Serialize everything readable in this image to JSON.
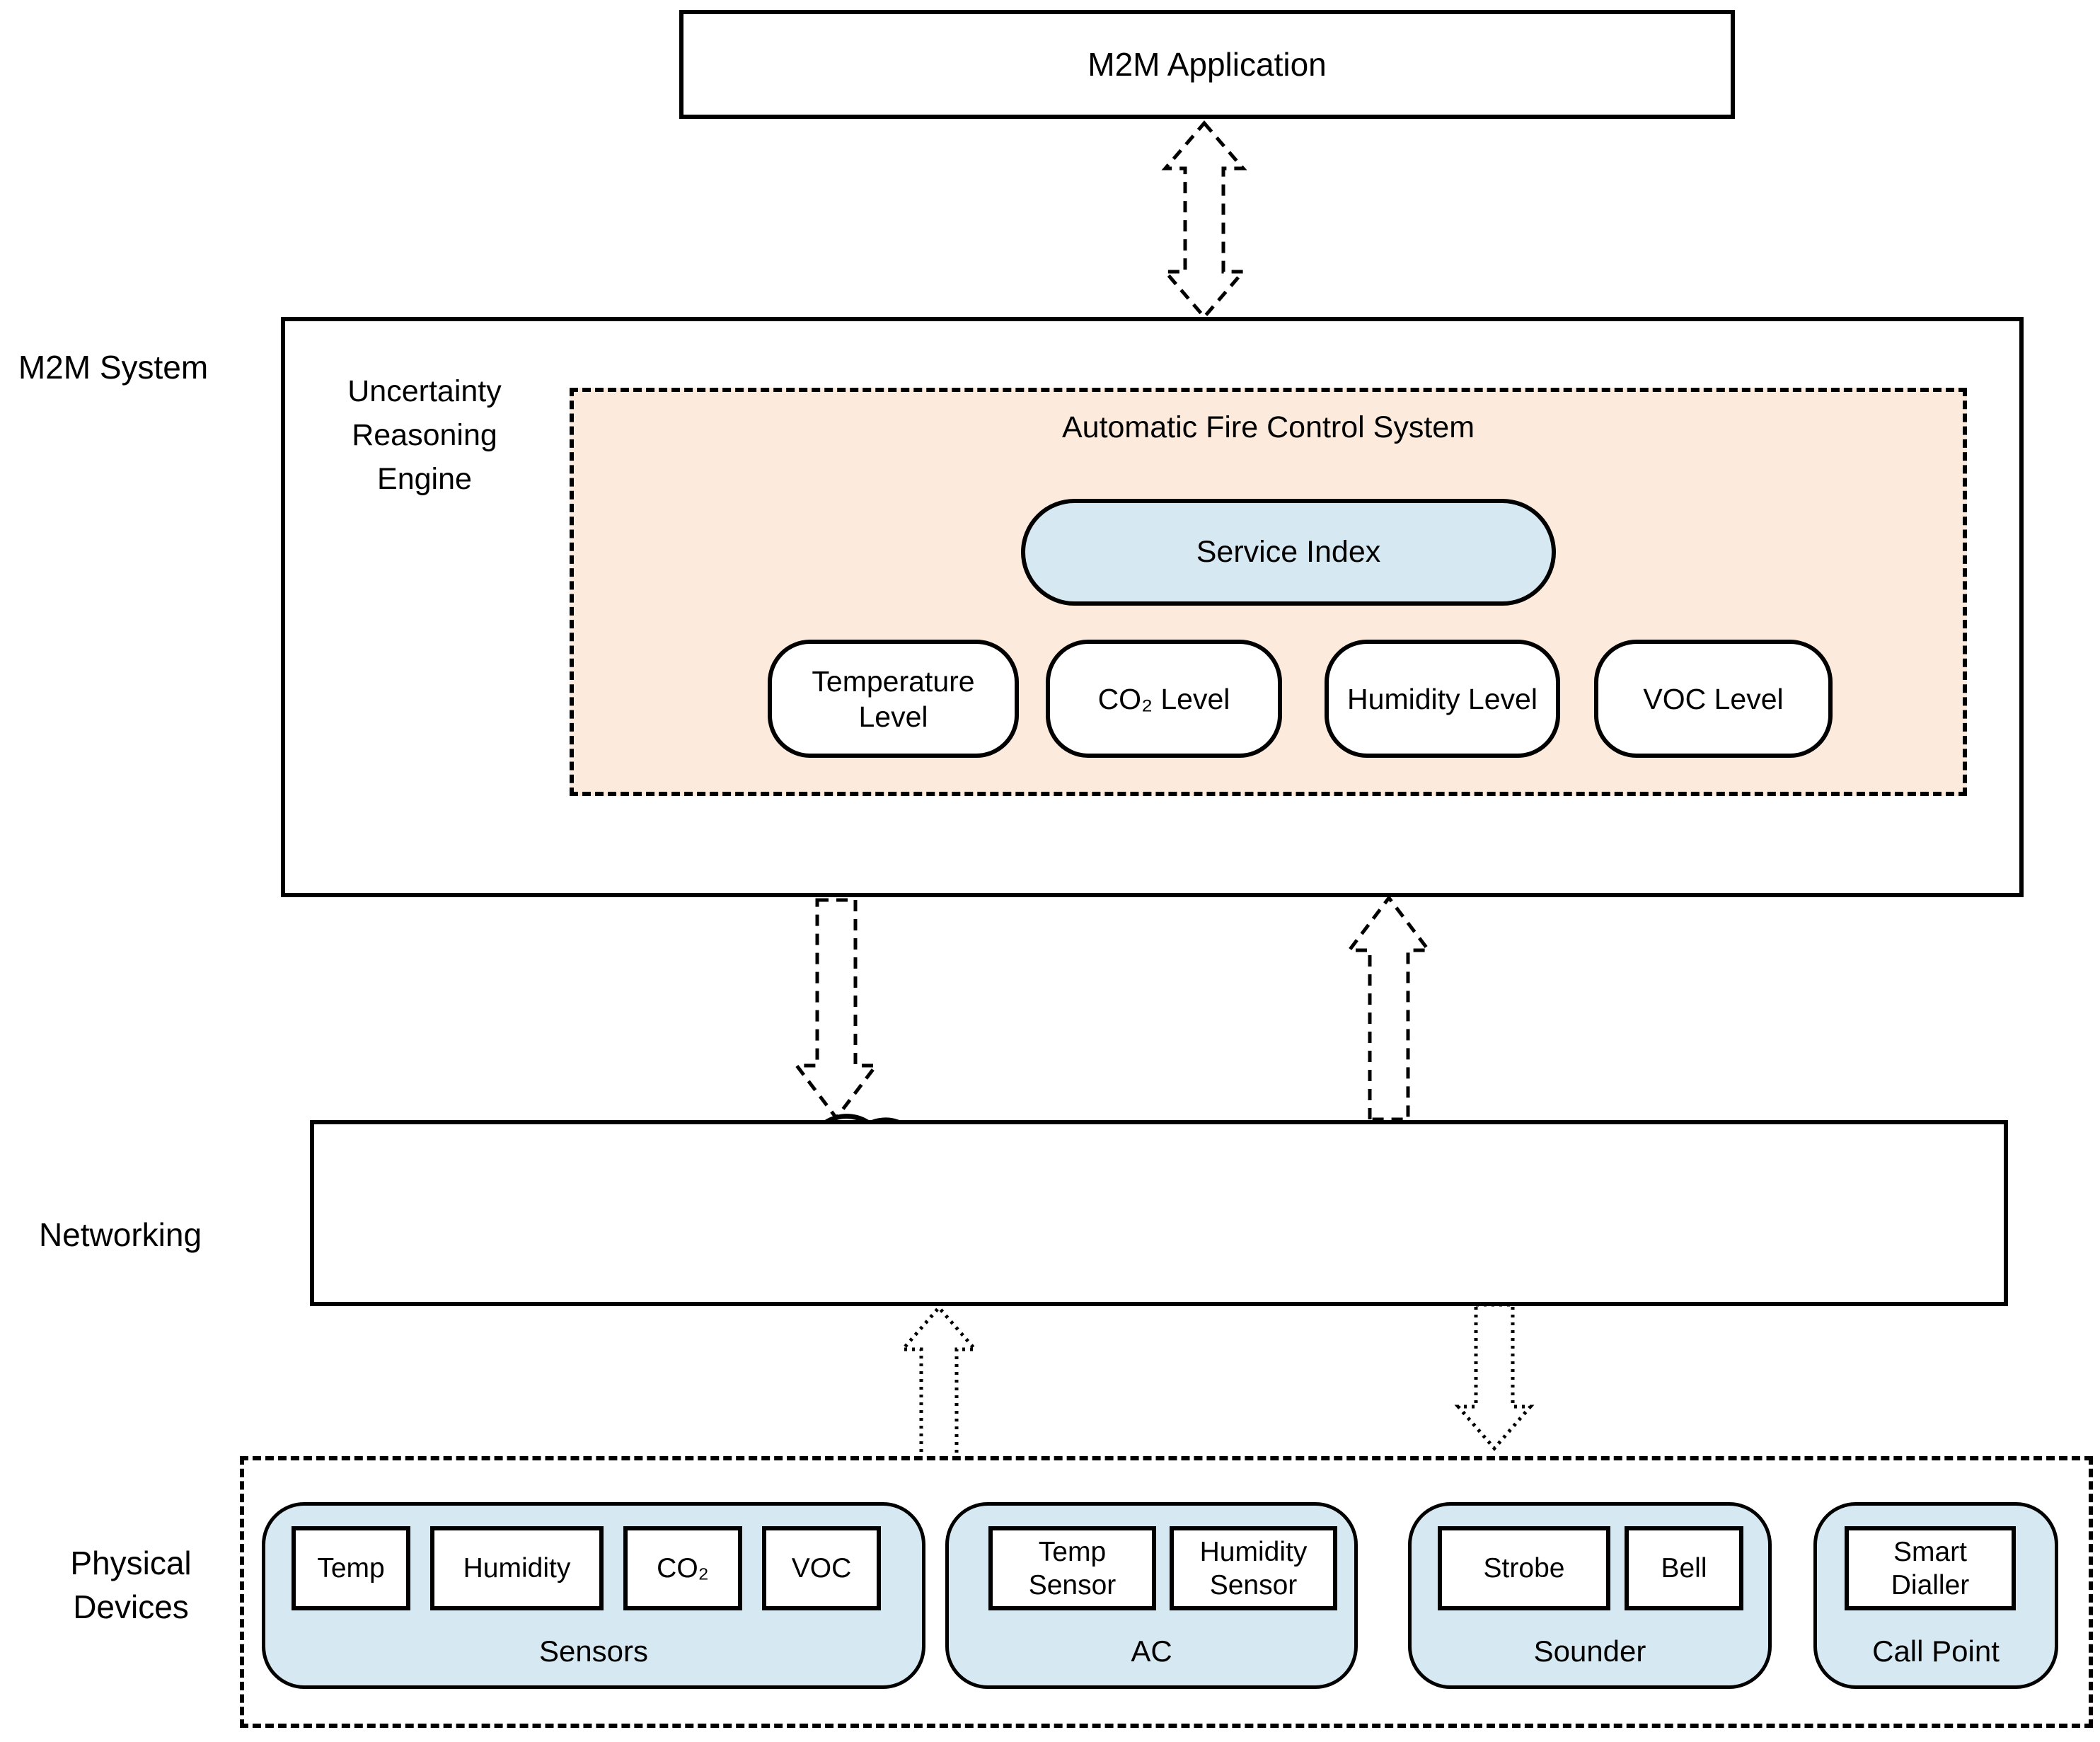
{
  "colors": {
    "peach_fill": "#FCEBDC",
    "blue_fill": "#D6E9F2",
    "line": "#000000"
  },
  "m2m_application": {
    "label": "M2M Application"
  },
  "m2m_system": {
    "label": "M2M System",
    "engine_label": "Uncertainty\nReasoning\nEngine",
    "afcs": {
      "title": "Automatic Fire Control System",
      "service_index": "Service Index",
      "levels": [
        "Temperature\nLevel",
        "CO₂ Level",
        "Humidity Level",
        "VOC Level"
      ]
    }
  },
  "networking": {
    "label": "Networking",
    "icons": [
      "cloud-icon",
      "radio-antenna-icon",
      "bus-network-icon"
    ]
  },
  "physical_devices": {
    "label": "Physical\nDevices",
    "groups": [
      {
        "name": "Sensors",
        "devices": [
          "Temp",
          "Humidity",
          "CO₂",
          "VOC"
        ]
      },
      {
        "name": "AC",
        "devices": [
          "Temp\nSensor",
          "Humidity\nSensor"
        ]
      },
      {
        "name": "Sounder",
        "devices": [
          "Strobe",
          "Bell"
        ]
      },
      {
        "name": "Call Point",
        "devices": [
          "Smart\nDialler"
        ]
      }
    ]
  }
}
